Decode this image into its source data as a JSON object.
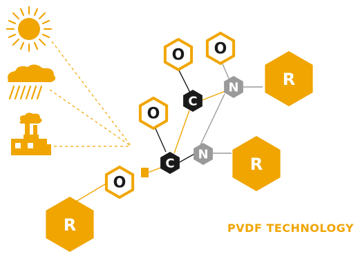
{
  "diagram": {
    "title": "PVDF TECHNOLOGY",
    "colors": {
      "accent": "#f0a500",
      "dark": "#1a1a1a",
      "grey": "#9a9a9a",
      "white": "#ffffff"
    },
    "icons": [
      "sun-icon",
      "rain-cloud-icon",
      "factory-icon"
    ],
    "atoms": {
      "o_top_left": "O",
      "o_top_right": "O",
      "c_upper": "C",
      "n_upper": "N",
      "r_upper": "R",
      "o_middle": "O",
      "c_lower": "C",
      "n_lower": "N",
      "r_middle": "R",
      "o_lower": "O",
      "r_lower": "R"
    }
  }
}
